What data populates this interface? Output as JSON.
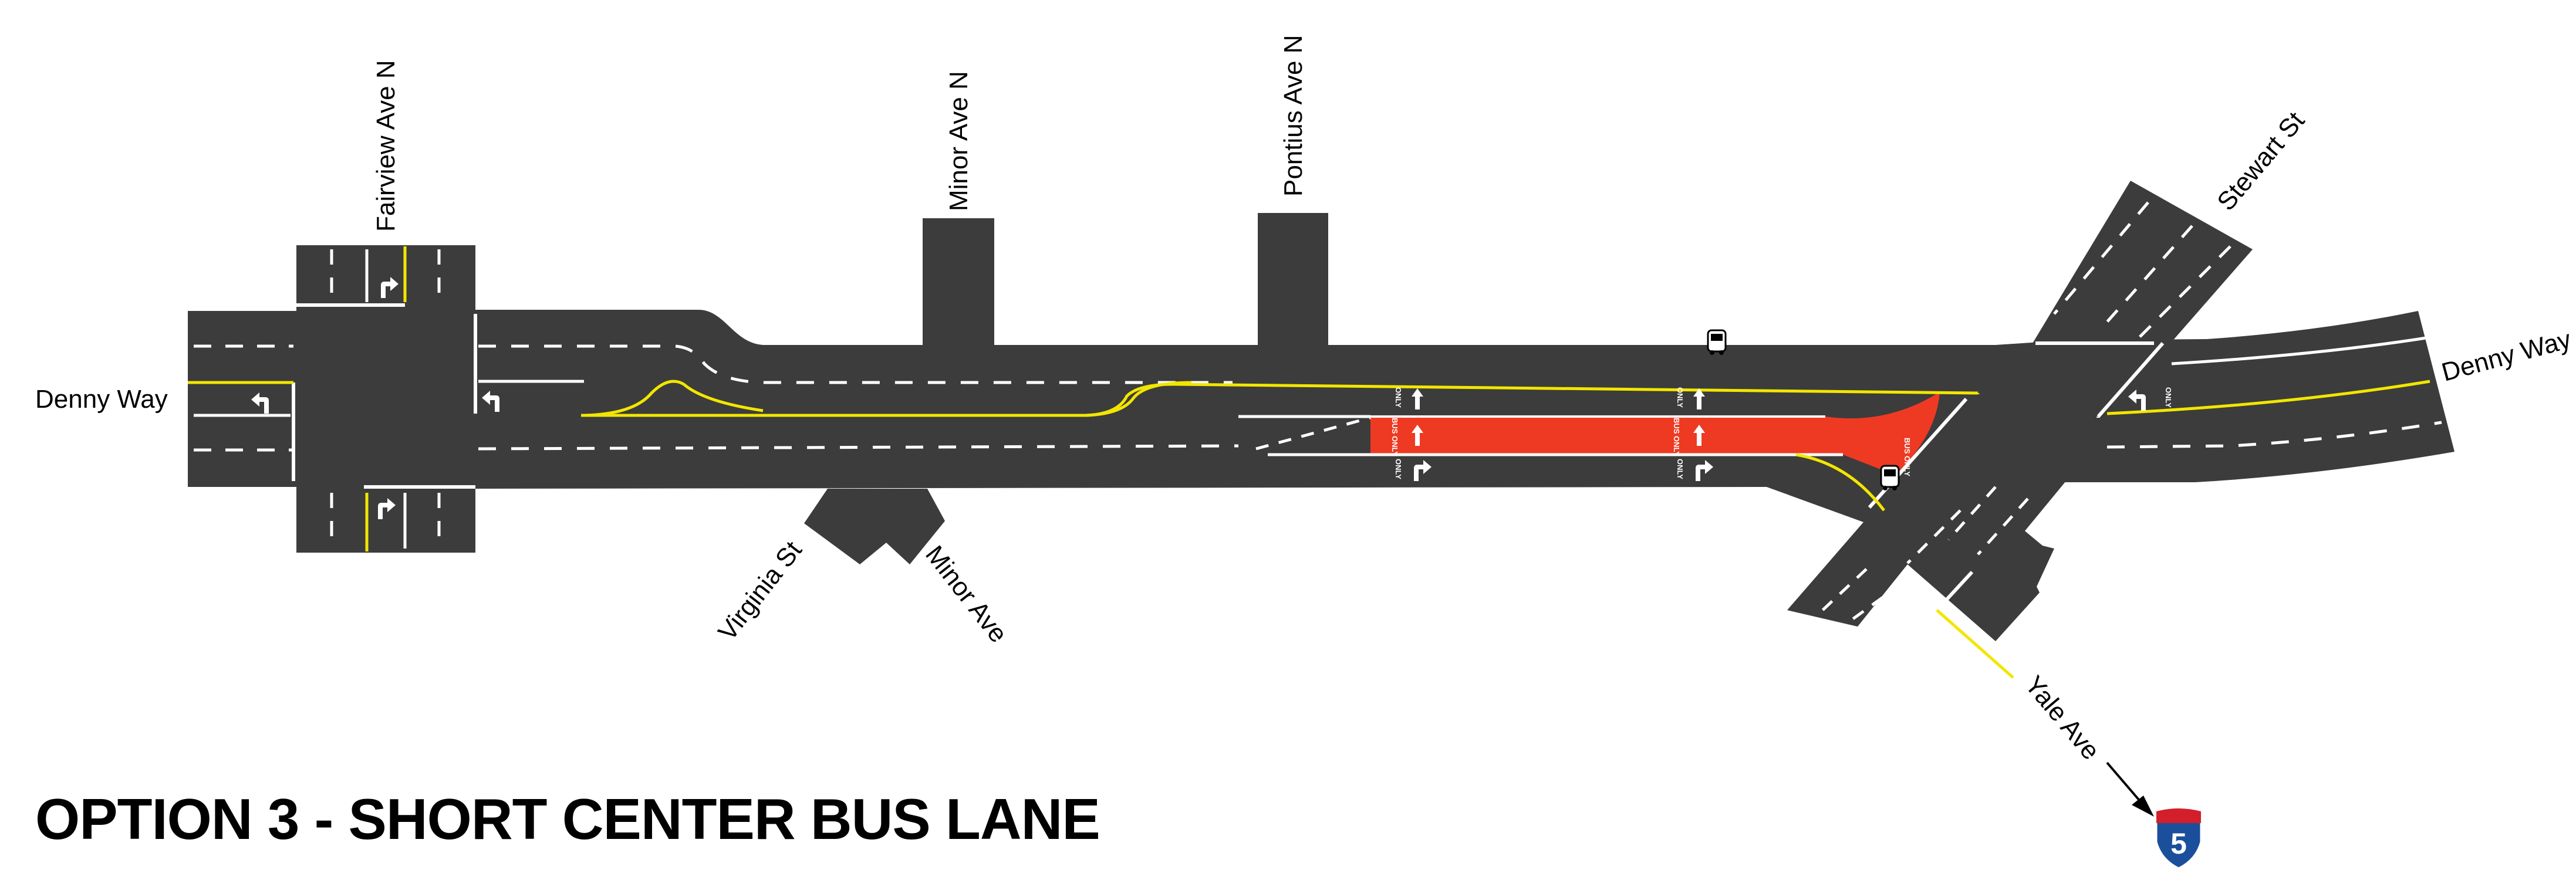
{
  "title": "OPTION 3 - SHORT CENTER BUS LANE",
  "streets": {
    "denny_way_west": "Denny Way",
    "denny_way_east": "Denny Way",
    "fairview_ave_n": "Fairview Ave N",
    "minor_ave_n": "Minor Ave N",
    "pontius_ave_n": "Pontius Ave N",
    "stewart_st": "Stewart St",
    "virginia_st": "Virginia St",
    "minor_ave": "Minor Ave",
    "yale_ave": "Yale Ave"
  },
  "pavement_markings": {
    "only": "ONLY",
    "bus_only": "BUS ONLY"
  },
  "interstate_shield": "5",
  "colors": {
    "pavement": "#3c3c3c",
    "lane_line": "#ffffff",
    "center_line": "#f2e600",
    "bus_lane": "#ee3a23",
    "shield_blue": "#1b4f9c",
    "shield_red": "#d21f2b"
  },
  "icons": [
    "bus-icon",
    "turn-arrow-icon",
    "through-arrow-icon",
    "interstate-shield-icon"
  ]
}
